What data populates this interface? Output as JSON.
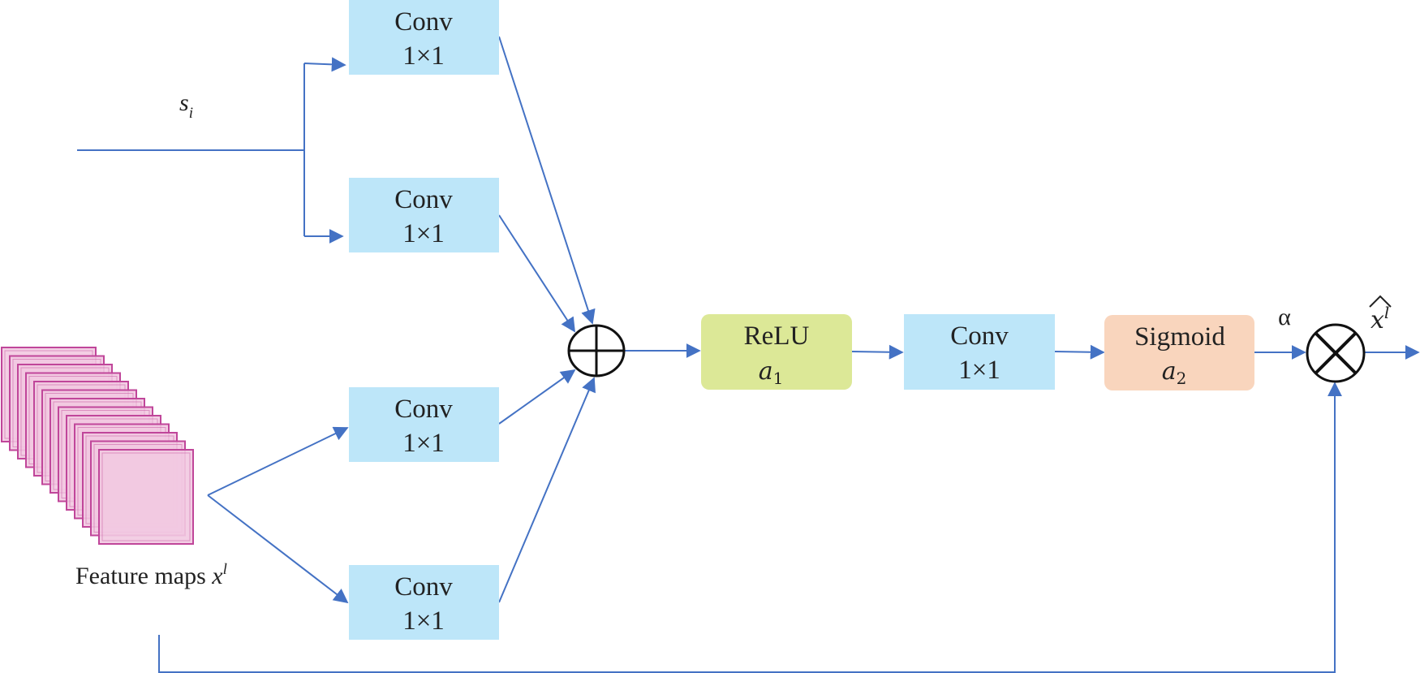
{
  "colors": {
    "line": "#4472c4",
    "conv_fill": "#bde6f9",
    "relu_fill": "#dce897",
    "sigmoid_fill": "#f9d5bd",
    "feature_map_fill": "#f2c9e1",
    "feature_map_stroke": "#c0469a",
    "operator_stroke": "#111111"
  },
  "input_s": {
    "symbol": "s",
    "subscript": "i"
  },
  "feature_maps": {
    "label": "Feature maps ",
    "symbol": "x",
    "superscript": "l",
    "icon": "stacked-feature-maps"
  },
  "conv_blocks": [
    {
      "line1": "Conv",
      "line2": "1×1"
    },
    {
      "line1": "Conv",
      "line2": "1×1"
    },
    {
      "line1": "Conv",
      "line2": "1×1"
    },
    {
      "line1": "Conv",
      "line2": "1×1"
    }
  ],
  "add_operator": {
    "icon": "circled-plus"
  },
  "relu_block": {
    "line1": "ReLU",
    "line2_symbol": "a",
    "line2_sub": "1"
  },
  "conv_block_mid": {
    "line1": "Conv",
    "line2": "1×1"
  },
  "sigmoid_block": {
    "line1": "Sigmoid",
    "line2_symbol": "a",
    "line2_sub": "2"
  },
  "alpha_label": "α",
  "multiply_operator": {
    "icon": "circled-times"
  },
  "output": {
    "symbol": "x",
    "superscript": "l"
  }
}
